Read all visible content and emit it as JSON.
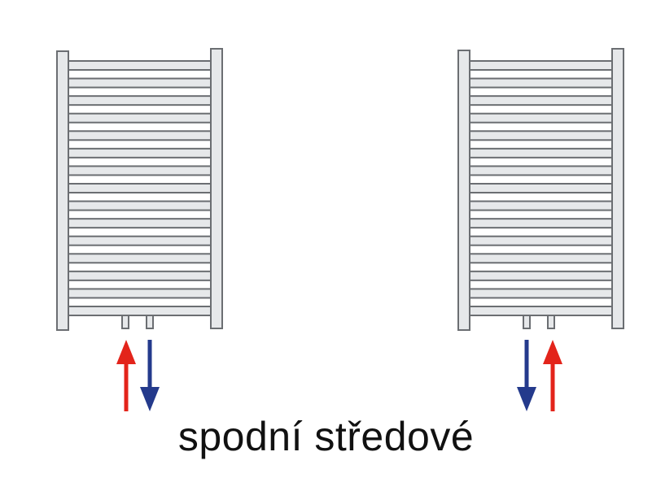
{
  "caption": "spodní středové",
  "colors": {
    "frame_fill": "#e6e8ea",
    "frame_stroke": "#6b6e72",
    "supply_arrow": "#e3241b",
    "return_arrow": "#243a8c"
  },
  "radiators": [
    {
      "name": "left-radiator",
      "bars": 15,
      "connection": "bottom-center",
      "arrows": [
        "supply-up",
        "return-down"
      ]
    },
    {
      "name": "right-radiator",
      "bars": 15,
      "connection": "bottom-center",
      "arrows": [
        "return-down",
        "supply-up"
      ]
    }
  ]
}
